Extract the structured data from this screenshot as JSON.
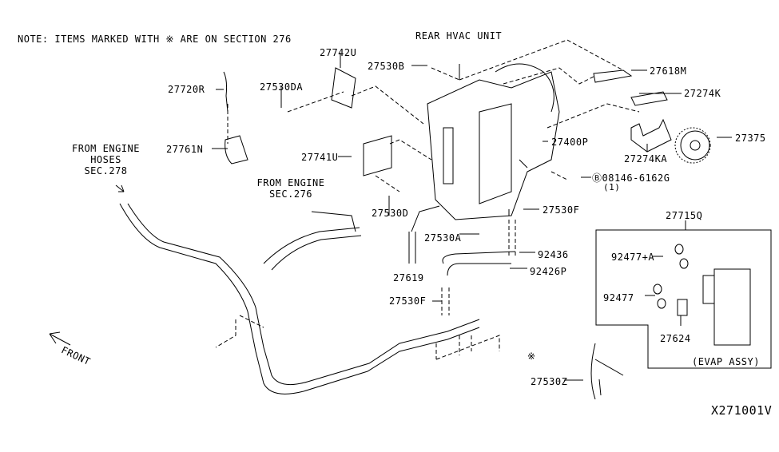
{
  "note": "NOTE: ITEMS MARKED WITH ※ ARE ON SECTION 276",
  "title": "REAR HVAC UNIT",
  "diagram_id": "X271001V",
  "annotations": {
    "from_engine_hoses": [
      "FROM ENGINE",
      "HOSES",
      "SEC.278"
    ],
    "from_engine_sec": [
      "FROM ENGINE",
      "SEC.276"
    ],
    "front": "FRONT",
    "evap_assy": "(EVAP ASSY)",
    "asterisk": "※"
  },
  "parts": {
    "p27742U": "27742U",
    "p27530B": "27530B",
    "p27618M": "27618M",
    "p27720R": "27720R",
    "p27530DA": "27530DA",
    "p27274K": "27274K",
    "p27400P": "27400P",
    "p27375": "27375",
    "p27274KA": "27274KA",
    "p27761N": "27761N",
    "p27741U": "27741U",
    "p08146": "Ⓑ08146-6162G",
    "p08146_qty": "(1)",
    "p27530D": "27530D",
    "p27530F_top": "27530F",
    "p27715Q": "27715Q",
    "p27530A": "27530A",
    "p92436": "92436",
    "p92477A": "92477+A",
    "p27619": "27619",
    "p92426P": "92426P",
    "p92477": "92477",
    "p27530F_bottom": "27530F",
    "p27624": "27624",
    "p27530Z": "27530Z"
  }
}
